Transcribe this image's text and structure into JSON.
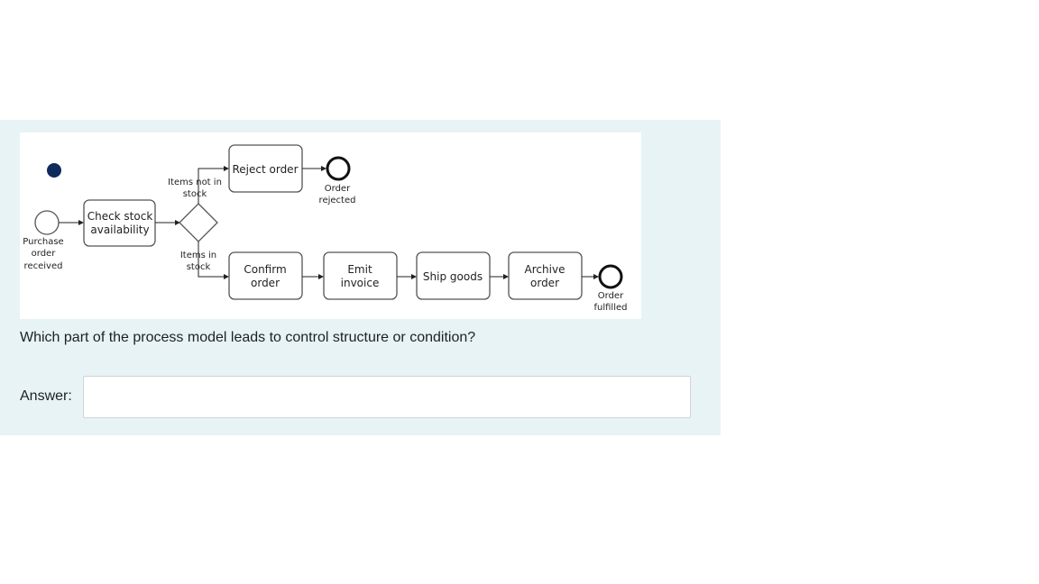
{
  "question": {
    "text": "Which part of the process model leads to control structure or condition?",
    "answer_label": "Answer:",
    "answer_value": "",
    "answer_placeholder": ""
  },
  "diagram": {
    "start_event": [
      "Purchase",
      "order",
      "received"
    ],
    "check_stock": [
      "Check stock",
      "availability"
    ],
    "branch_not_in_stock": [
      "Items not in",
      "stock"
    ],
    "branch_in_stock": [
      "Items in",
      "stock"
    ],
    "reject_order": "Reject order",
    "order_rejected": [
      "Order",
      "rejected"
    ],
    "confirm_order": [
      "Confirm",
      "order"
    ],
    "emit_invoice": [
      "Emit",
      "invoice"
    ],
    "ship_goods": "Ship goods",
    "archive_order": [
      "Archive",
      "order"
    ],
    "order_fulfilled": [
      "Order",
      "fulfilled"
    ]
  }
}
